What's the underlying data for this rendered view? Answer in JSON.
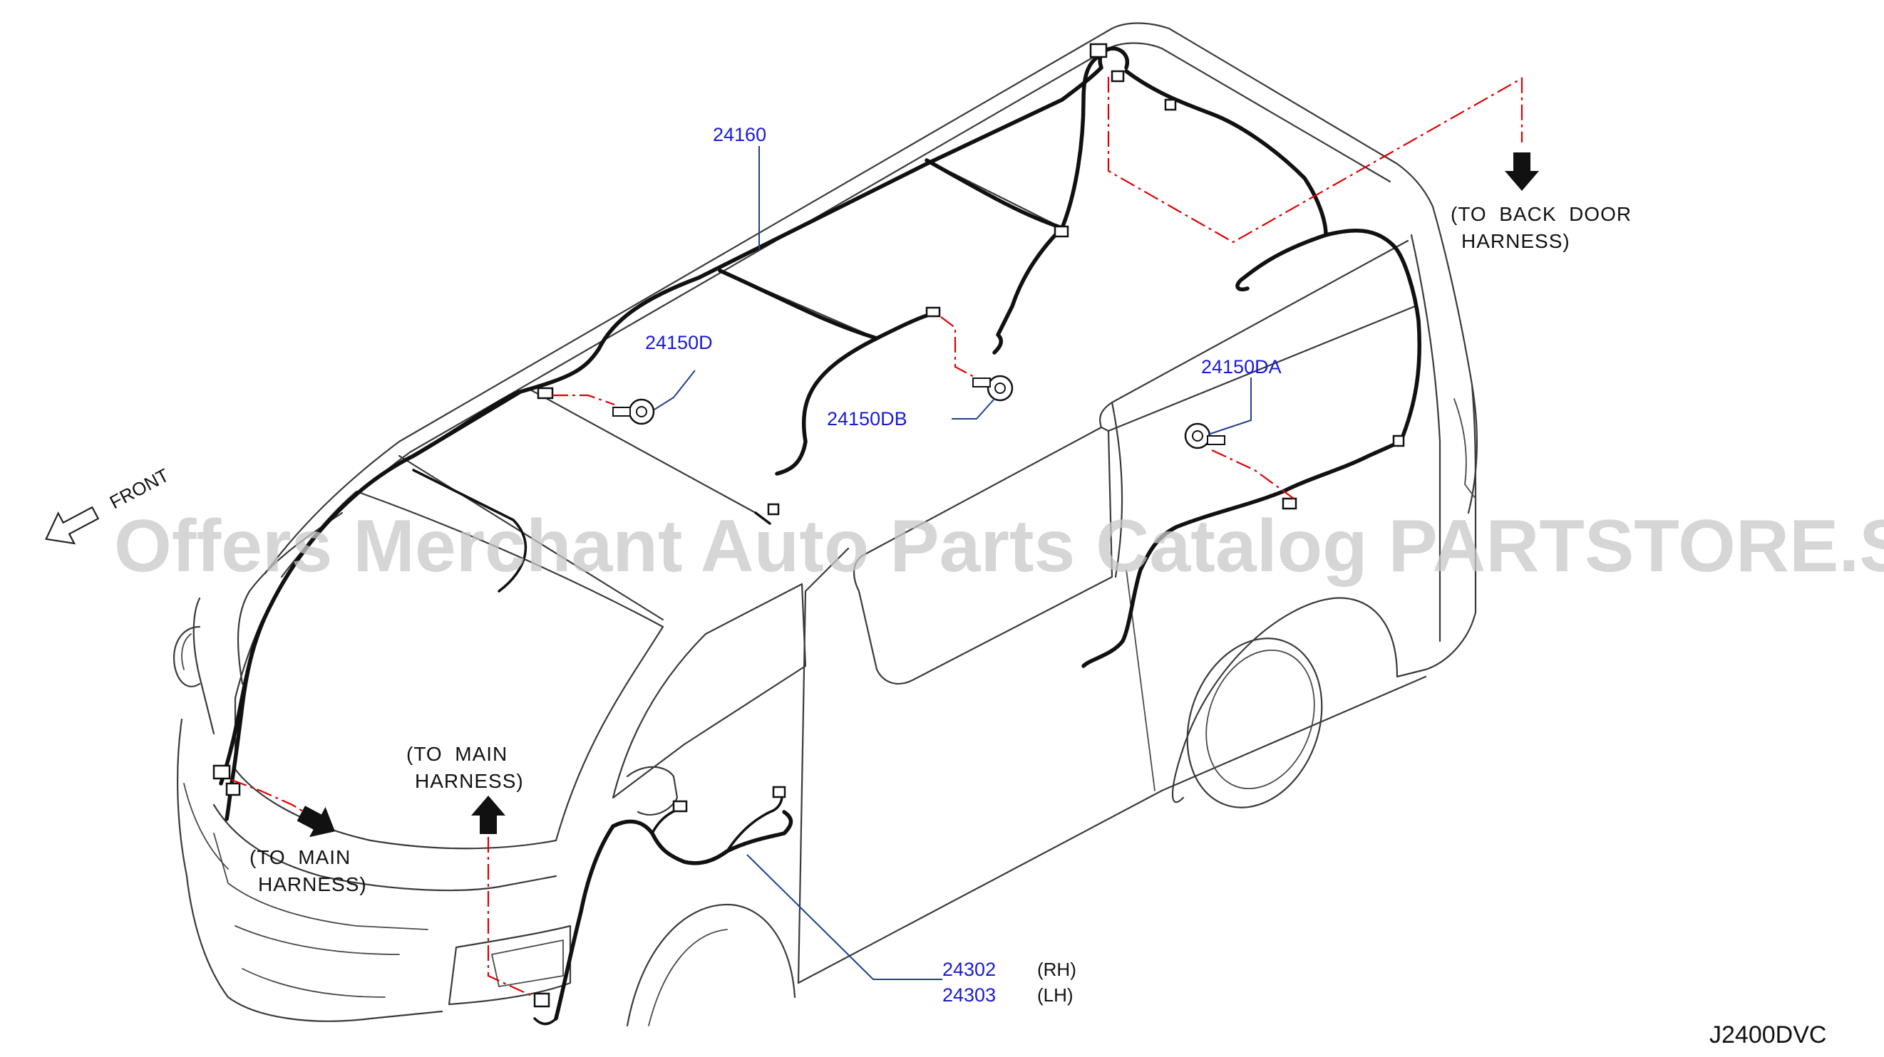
{
  "diagram": {
    "code": "J2400DVC",
    "front_label": "FRONT",
    "watermark": "Offers Merchant Auto Parts Catalog PARTSTORE.SA",
    "parts": {
      "roof_harness": "24160",
      "clip_d": "24150D",
      "clip_db": "24150DB",
      "clip_da": "24150DA",
      "door_harness_rh": "24302",
      "door_harness_lh": "24303",
      "rh_label": "(RH)",
      "lh_label": "(LH)"
    },
    "notes": {
      "back_door_line1": "(TO  BACK  DOOR",
      "back_door_line2": "HARNESS)",
      "main_top_line1": "(TO  MAIN",
      "main_top_line2": "HARNESS)",
      "main_left_line1": "(TO  MAIN",
      "main_left_line2": "HARNESS)"
    },
    "icons": {
      "front_arrow": "hollow-arrow-icon",
      "direction_arrows": "solid-arrow-icon",
      "clips": "bolt-clip-icon"
    },
    "colors": {
      "part_number": "#1a1ad6",
      "dashed_link": "#e00000",
      "harness": "#111111"
    }
  }
}
